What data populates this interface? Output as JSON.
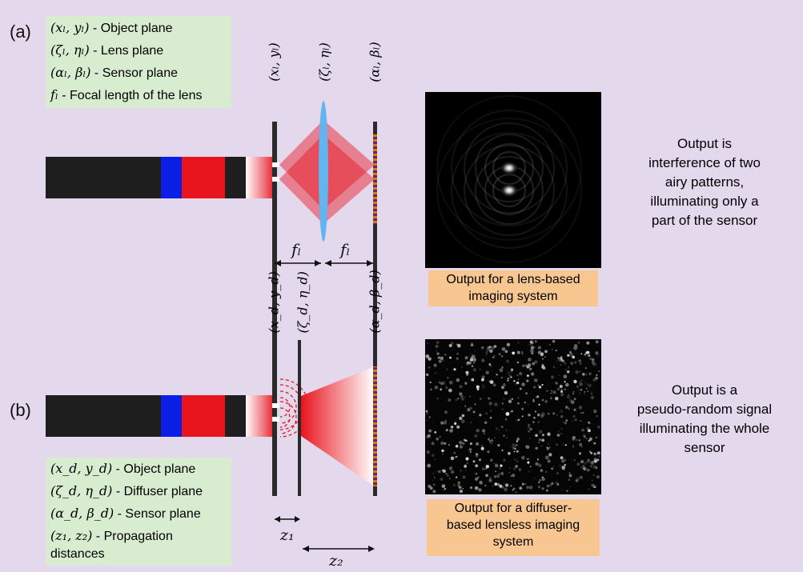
{
  "panel_a": {
    "label": "(a)",
    "legend": [
      {
        "symbol": "(xₗ, yₗ)",
        "text": " - Object plane"
      },
      {
        "symbol": "(ζₗ, ηₗ)",
        "text": " - Lens plane"
      },
      {
        "symbol": "(αₗ, βₗ)",
        "text": " - Sensor plane"
      },
      {
        "symbol": "fₗ",
        "text": " - Focal length of the lens"
      }
    ],
    "plane_labels": [
      "(xₗ, yₗ)",
      "(ζₗ, ηₗ)",
      "(αₗ, βₗ)"
    ],
    "dist_labels": [
      "fₗ",
      "fₗ"
    ],
    "caption": [
      "Output for a lens-based",
      "imaging system"
    ],
    "description": [
      "Output is",
      "interference of two",
      "airy patterns,",
      "illuminating only a",
      "part of the sensor"
    ]
  },
  "panel_b": {
    "label": "(b)",
    "legend": [
      {
        "symbol": "(x_d, y_d)",
        "text": " - Object plane"
      },
      {
        "symbol": "(ζ_d, η_d)",
        "text": " - Diffuser plane"
      },
      {
        "symbol": "(α_d, β_d)",
        "text": " - Sensor plane"
      },
      {
        "symbol": "(z₁, z₂)",
        "text": " - Propagation"
      },
      {
        "symbol": "",
        "text": "distances"
      }
    ],
    "plane_labels": [
      "(x_d, y_d)",
      "(ζ_d, η_d)",
      "(α_d, β_d)"
    ],
    "dist_labels": [
      "z₁",
      "z₂"
    ],
    "caption": [
      "Output for a diffuser-",
      "based lensless  imaging",
      "system"
    ],
    "description": [
      "Output is a",
      "pseudo-random signal",
      "illuminating the whole",
      "sensor"
    ]
  },
  "colors": {
    "background": "#e4d8ec",
    "legend_bg": "#d8ecd0",
    "caption_bg": "#f8c690",
    "laser_body": "#1e1e1e",
    "laser_blue": "#0a1ee6",
    "laser_red": "#e8141e",
    "beam": "#e8141e",
    "lens": "#64b4f0"
  }
}
